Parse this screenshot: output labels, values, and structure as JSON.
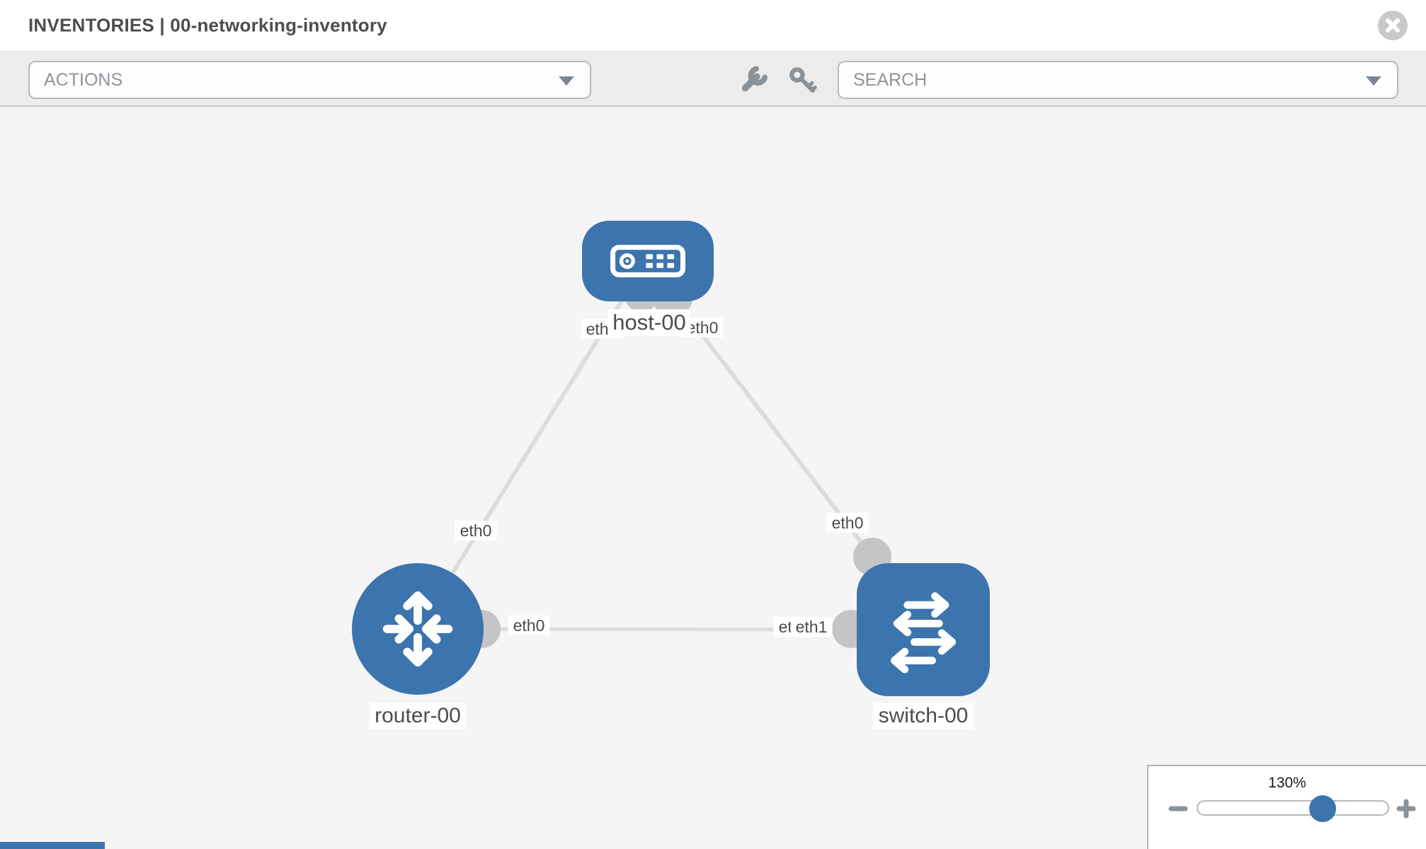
{
  "header": {
    "title": "INVENTORIES | 00-networking-inventory"
  },
  "toolbar": {
    "actions_placeholder": "ACTIONS",
    "search_placeholder": "SEARCH",
    "icons": [
      "wrench-icon",
      "key-icon"
    ]
  },
  "zoom_control": {
    "percent": "130%",
    "value": 130
  },
  "topology": {
    "nodes": [
      {
        "id": "host-00",
        "label": "host-00",
        "type": "host"
      },
      {
        "id": "router-00",
        "label": "router-00",
        "type": "router"
      },
      {
        "id": "switch-00",
        "label": "switch-00",
        "type": "switch"
      }
    ],
    "links": [
      {
        "source": "router-00",
        "source_interface": "eth0",
        "target": "host-00",
        "target_interface": "eth0"
      },
      {
        "source": "host-00",
        "source_interface": "eth0",
        "target": "switch-00",
        "target_interface": "eth0"
      },
      {
        "source": "router-00",
        "source_interface": "eth0",
        "target": "switch-00",
        "target_interface": "eth1"
      }
    ],
    "interface_labels": [
      {
        "text": "eth0",
        "link": "router-00/host-00",
        "end": "router-00"
      },
      {
        "text": "eth0",
        "link": "router-00/host-00",
        "end": "host-00"
      },
      {
        "text": "eth0",
        "link": "host-00/switch-00",
        "end": "host-00"
      },
      {
        "text": "eth0",
        "link": "host-00/switch-00",
        "end": "switch-00"
      },
      {
        "text": "eth0",
        "link": "router-00/switch-00",
        "end": "router-00"
      },
      {
        "text": "eth0",
        "link": "router-00/switch-00",
        "end": "switch-00-under"
      },
      {
        "text": "eth1",
        "link": "router-00/switch-00",
        "end": "switch-00"
      }
    ]
  },
  "colors": {
    "node_blue": "#3c74ad",
    "link_gray": "#dcdcdc",
    "stub_gray": "#c5c5c5",
    "toolbar_gray": "#ececec",
    "icon_gray": "#8b9298",
    "canvas_gray": "#f5f5f5"
  }
}
